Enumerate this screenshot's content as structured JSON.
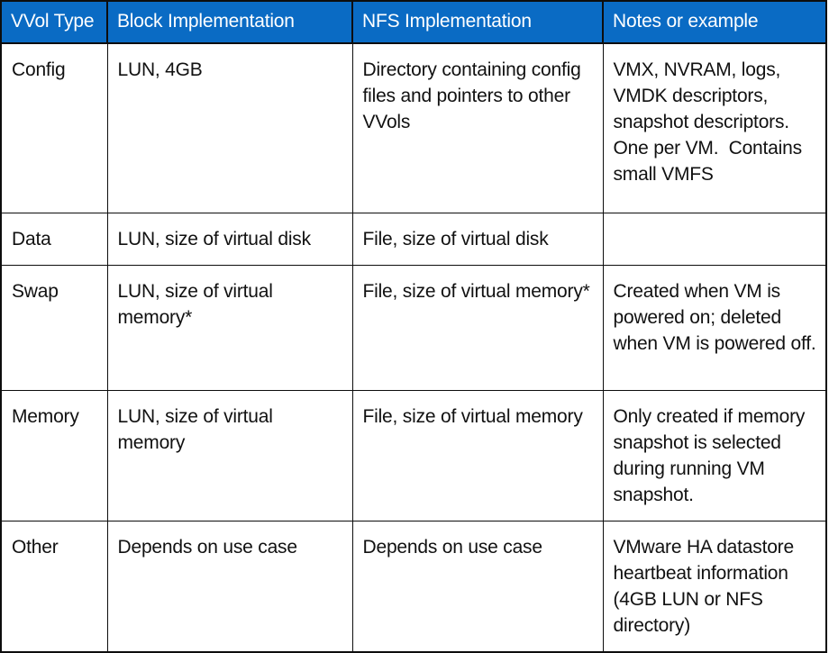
{
  "table": {
    "title_colors": {
      "header_background": "#0a6bc4",
      "header_text": "#ffffff",
      "body_text": "#111111",
      "border": "#0d0d0d",
      "cell_background": "#ffffff"
    },
    "columns": [
      {
        "key": "vvol_type",
        "label": "VVol Type"
      },
      {
        "key": "block_implementation",
        "label": "Block Implementation"
      },
      {
        "key": "nfs_implementation",
        "label": "NFS Implementation"
      },
      {
        "key": "notes",
        "label": "Notes or example"
      }
    ],
    "rows": [
      {
        "vvol_type": "Config",
        "block_implementation": "LUN, 4GB",
        "nfs_implementation": "Directory containing config files and pointers to other VVols",
        "notes": "VMX, NVRAM, logs, VMDK descriptors, snapshot descriptors. One per VM.  Contains small VMFS"
      },
      {
        "vvol_type": "Data",
        "block_implementation": "LUN, size of virtual disk",
        "nfs_implementation": "File, size of virtual disk",
        "notes": ""
      },
      {
        "vvol_type": "Swap",
        "block_implementation": "LUN, size of virtual memory*",
        "nfs_implementation": "File, size of virtual memory*",
        "notes": "Created when VM is powered on; deleted when VM is powered off."
      },
      {
        "vvol_type": "Memory",
        "block_implementation": "LUN, size of virtual memory",
        "nfs_implementation": "File, size of virtual memory",
        "notes": "Only created if memory snapshot is selected during running VM snapshot."
      },
      {
        "vvol_type": "Other",
        "block_implementation": "Depends on use case",
        "nfs_implementation": "Depends on use case",
        "notes": "VMware HA datastore heartbeat information (4GB LUN or NFS directory)"
      }
    ]
  }
}
